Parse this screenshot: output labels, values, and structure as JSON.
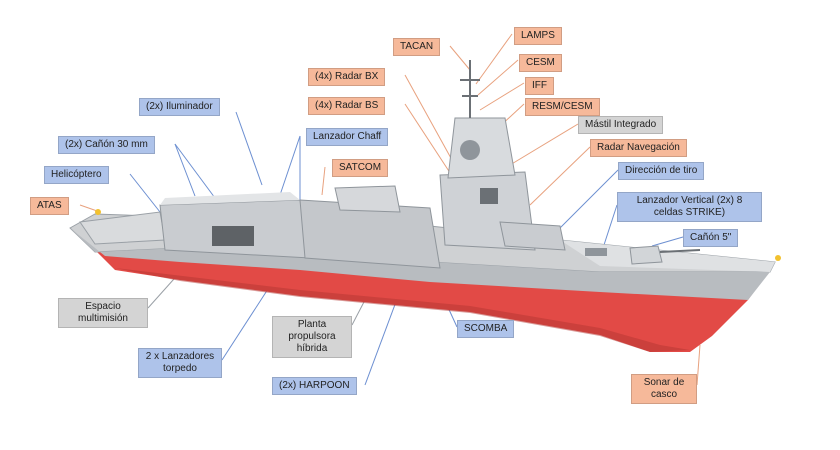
{
  "colors": {
    "blue_label": "#aec3ea",
    "orange_label": "#f6b99a",
    "grey_label": "#d4d4d4",
    "hull_red": "#e24a46",
    "hull_grey": "#cfd1d3",
    "leader_blue": "#6c8fd1",
    "leader_orange": "#e8a17e"
  },
  "labels": {
    "tacan": "TACAN",
    "lamps": "LAMPS",
    "cesm": "CESM",
    "iff": "IFF",
    "resm_cesm": "RESM/CESM",
    "radar_bx": "(4x) Radar BX",
    "radar_bs": "(4x) Radar BS",
    "mastil": "Mástil Integrado",
    "radar_nav": "Radar Navegación",
    "iluminador": "(2x) Iluminador",
    "chaff": "Lanzador Chaff",
    "canon30": "(2x) Cañón 30 mm",
    "satcom": "SATCOM",
    "helicoptero": "Helicóptero",
    "direccion_tiro": "Dirección de tiro",
    "atas": "ATAS",
    "lanzador_vertical": "Lanzador Vertical (2x) 8 celdas STRIKE)",
    "canon5": "Cañón 5\"",
    "espacio": "Espacio multimisión",
    "planta": "Planta propulsora híbrida",
    "scomba": "SCOMBA",
    "torpedo": "2 x Lanzadores torpedo",
    "harpoon": "(2x) HARPOON",
    "sonar": "Sonar de casco"
  }
}
